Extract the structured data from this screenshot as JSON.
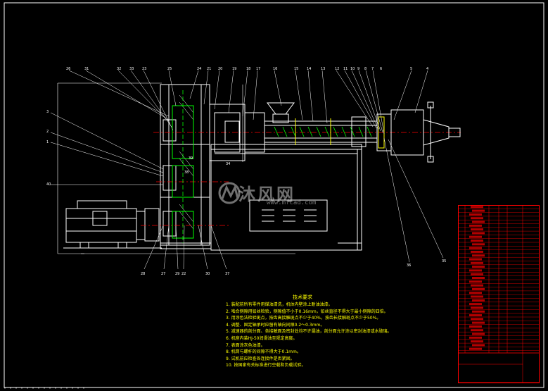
{
  "drawing": {
    "background": "#000000",
    "line_color": "#ffffff",
    "highlight_color": "#ff0000",
    "note_color": "#ffff00",
    "part_color": "#00ff00"
  },
  "watermark": {
    "text": "沐风网",
    "url": "www.mfcad.com"
  },
  "technical_requirements": {
    "title": "技术要求",
    "notes": [
      "1. 装配前所有零件用煤油清洗，机体内壁涂上耐油油漆。",
      "2. 啮合侧隙用铅丝检验，侧隙值不小于0.16mm，铅丝直径不得大于最小侧隙的四倍。",
      "3. 用涂色法检验斑点，按齿高接触斑点不少于40%，按齿长接触斑点不少于50%。",
      "4. 调整、固定轴承时应留有轴向间隙0.2～0.3mm。",
      "5. 减速器的剖分面、各接触面及密封处均不许漏油，剖分面允许涂以密封油漆或水玻璃。",
      "6. 机座内装HJ-50润滑油至规定高度。",
      "7. 表面涂灰色油漆。",
      "8. 机筒与螺杆的间隙不得大于0.1mm。",
      "9. 试机前应检查各连接件是否紧固。",
      "10. 按国家有关标准进行空载和负载试验。"
    ]
  },
  "balloons": [
    "26",
    "31",
    "32",
    "33",
    "23",
    "25",
    "24",
    "21",
    "20",
    "19",
    "18",
    "17",
    "16",
    "15",
    "14",
    "13",
    "12",
    "11",
    "10",
    "9",
    "8",
    "7",
    "6",
    "5",
    "4",
    "3",
    "2",
    "1",
    "40",
    "28",
    "27",
    "29",
    "22",
    "30",
    "37",
    "36",
    "35",
    "34",
    "38",
    "39"
  ]
}
